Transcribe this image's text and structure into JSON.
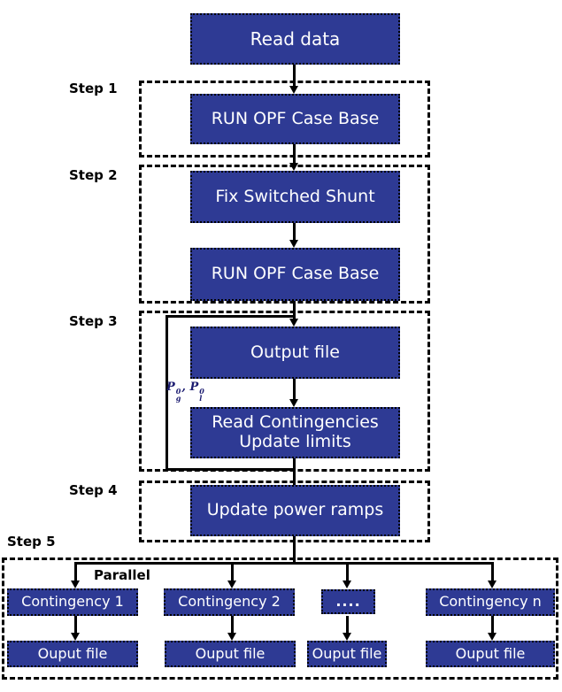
{
  "palette": {
    "box_fill": "#2e3a94",
    "box_text": "#ffffff",
    "line_color": "#000000",
    "loop_label_color": "#1b1b70"
  },
  "flow": {
    "read_data_label": "Read data",
    "steps": {
      "step1": {
        "label": "Step 1",
        "run_opf_label": "RUN OPF Case Base"
      },
      "step2": {
        "label": "Step 2",
        "fix_shunt_label": "Fix Switched Shunt",
        "run_opf_label": "RUN OPF Case Base"
      },
      "step3": {
        "label": "Step 3",
        "output_file_label": "Output file",
        "read_contingencies_line1": "Read Contingencies",
        "read_contingencies_line2": "Update limits",
        "loop_label": {
          "p1_base": "P",
          "p1_sup": "0",
          "p1_sub": "g",
          "separator": ",",
          "p2_base": "P",
          "p2_sup": "0",
          "p2_sub": "l"
        }
      },
      "step4": {
        "label": "Step 4",
        "update_ramps_label": "Update power ramps"
      },
      "step5": {
        "label": "Step 5",
        "parallel_label": "Parallel",
        "branches": [
          {
            "contingency_label": "Contingency 1",
            "output_label": "Ouput file"
          },
          {
            "contingency_label": "Contingency 2",
            "output_label": "Ouput file"
          },
          {
            "contingency_label": "....",
            "output_label": "Ouput file"
          },
          {
            "contingency_label": "Contingency n",
            "output_label": "Ouput file"
          }
        ]
      }
    }
  }
}
